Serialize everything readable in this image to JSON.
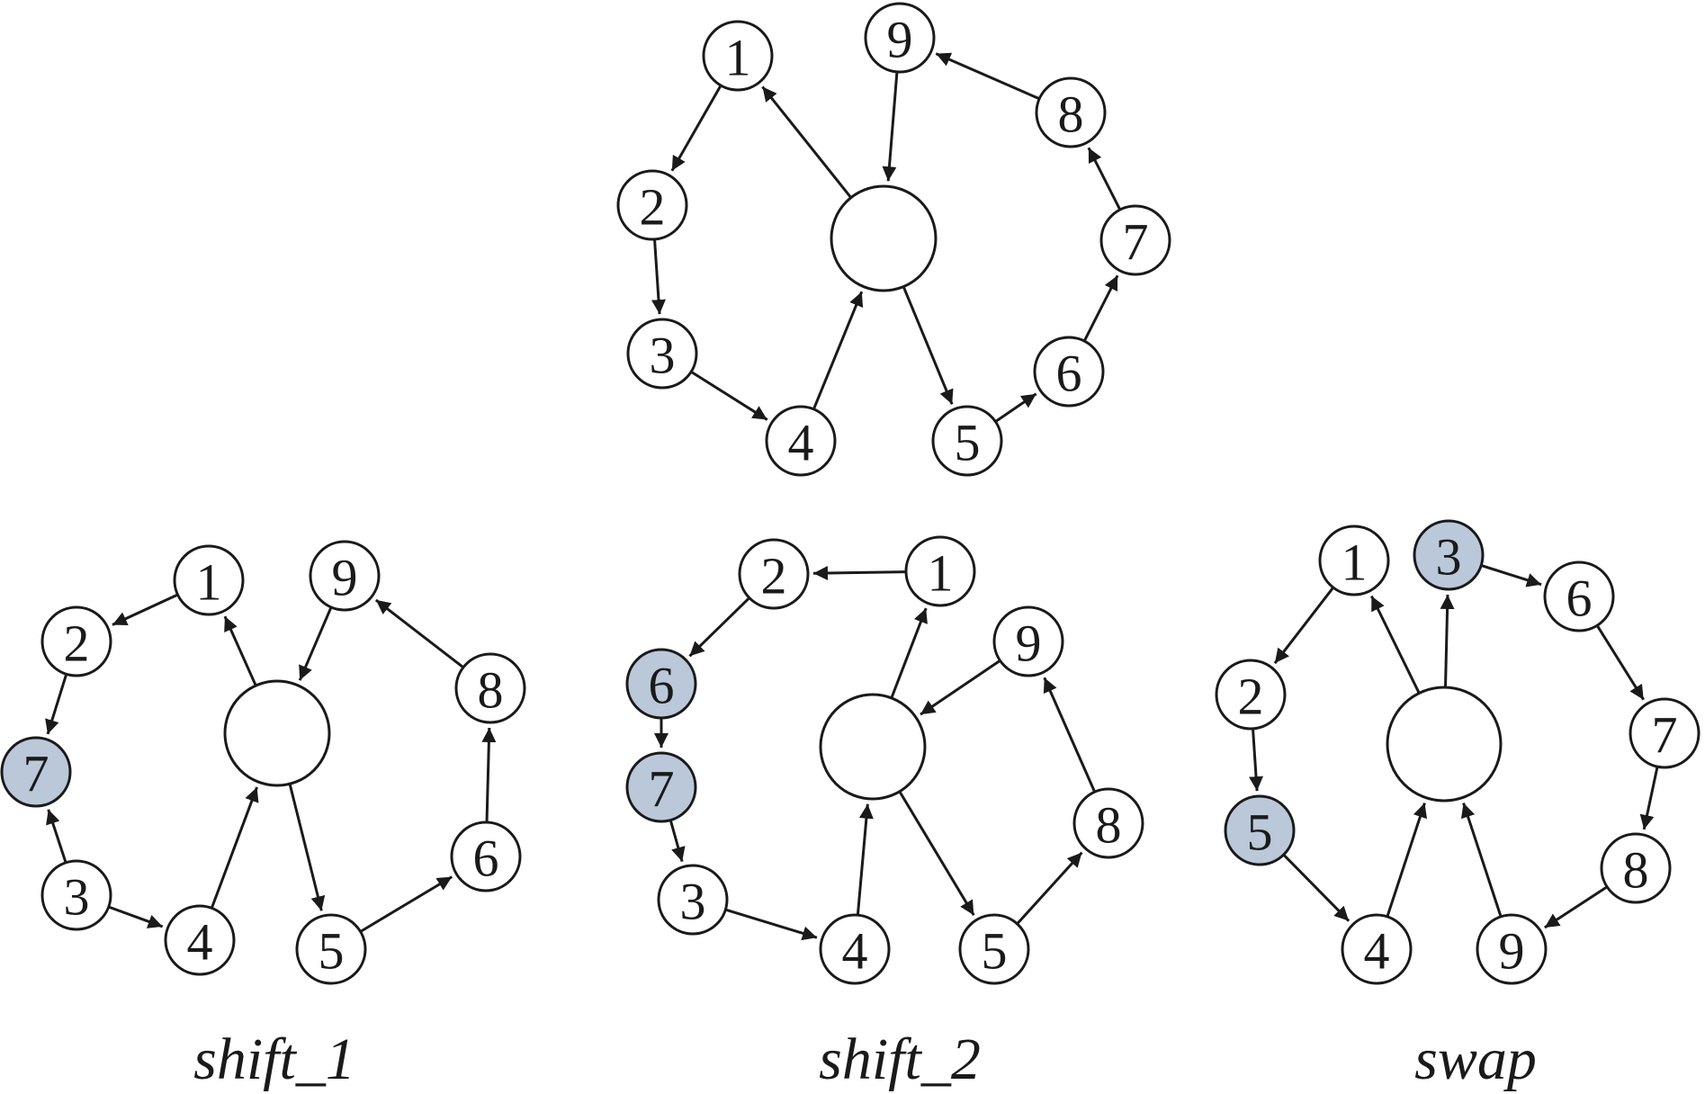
{
  "colors": {
    "stroke": "#1a1a1a",
    "highlight": "#bac8da",
    "fill": "#ffffff"
  },
  "diagrams": [
    {
      "id": "original",
      "caption": "",
      "nodes": [
        {
          "id": "1",
          "label": "1",
          "highlight": false
        },
        {
          "id": "2",
          "label": "2",
          "highlight": false
        },
        {
          "id": "3",
          "label": "3",
          "highlight": false
        },
        {
          "id": "4",
          "label": "4",
          "highlight": false
        },
        {
          "id": "5",
          "label": "5",
          "highlight": false
        },
        {
          "id": "6",
          "label": "6",
          "highlight": false
        },
        {
          "id": "7",
          "label": "7",
          "highlight": false
        },
        {
          "id": "8",
          "label": "8",
          "highlight": false
        },
        {
          "id": "9",
          "label": "9",
          "highlight": false
        },
        {
          "id": "depot",
          "label": "",
          "highlight": false
        }
      ],
      "edges": [
        [
          "depot",
          "1"
        ],
        [
          "1",
          "2"
        ],
        [
          "2",
          "3"
        ],
        [
          "3",
          "4"
        ],
        [
          "4",
          "depot"
        ],
        [
          "depot",
          "5"
        ],
        [
          "5",
          "6"
        ],
        [
          "6",
          "7"
        ],
        [
          "7",
          "8"
        ],
        [
          "8",
          "9"
        ],
        [
          "9",
          "depot"
        ]
      ]
    },
    {
      "id": "shift_1",
      "caption": "shift_1",
      "nodes": [
        {
          "id": "1",
          "label": "1",
          "highlight": false
        },
        {
          "id": "2",
          "label": "2",
          "highlight": false
        },
        {
          "id": "7",
          "label": "7",
          "highlight": true
        },
        {
          "id": "3",
          "label": "3",
          "highlight": false
        },
        {
          "id": "4",
          "label": "4",
          "highlight": false
        },
        {
          "id": "5",
          "label": "5",
          "highlight": false
        },
        {
          "id": "6",
          "label": "6",
          "highlight": false
        },
        {
          "id": "8",
          "label": "8",
          "highlight": false
        },
        {
          "id": "9",
          "label": "9",
          "highlight": false
        },
        {
          "id": "depot",
          "label": "",
          "highlight": false
        }
      ],
      "edges": [
        [
          "depot",
          "1"
        ],
        [
          "1",
          "2"
        ],
        [
          "2",
          "7"
        ],
        [
          "3",
          "7"
        ],
        [
          "3",
          "4"
        ],
        [
          "4",
          "depot"
        ],
        [
          "depot",
          "5"
        ],
        [
          "5",
          "6"
        ],
        [
          "6",
          "8"
        ],
        [
          "8",
          "9"
        ],
        [
          "9",
          "depot"
        ]
      ]
    },
    {
      "id": "shift_2",
      "caption": "shift_2",
      "nodes": [
        {
          "id": "1",
          "label": "1",
          "highlight": false
        },
        {
          "id": "2",
          "label": "2",
          "highlight": false
        },
        {
          "id": "6",
          "label": "6",
          "highlight": true
        },
        {
          "id": "7",
          "label": "7",
          "highlight": true
        },
        {
          "id": "3",
          "label": "3",
          "highlight": false
        },
        {
          "id": "4",
          "label": "4",
          "highlight": false
        },
        {
          "id": "5",
          "label": "5",
          "highlight": false
        },
        {
          "id": "8",
          "label": "8",
          "highlight": false
        },
        {
          "id": "9",
          "label": "9",
          "highlight": false
        },
        {
          "id": "depot",
          "label": "",
          "highlight": false
        }
      ],
      "edges": [
        [
          "depot",
          "1"
        ],
        [
          "1",
          "2"
        ],
        [
          "2",
          "6"
        ],
        [
          "6",
          "7"
        ],
        [
          "7",
          "3"
        ],
        [
          "3",
          "4"
        ],
        [
          "4",
          "depot"
        ],
        [
          "depot",
          "5"
        ],
        [
          "5",
          "8"
        ],
        [
          "8",
          "9"
        ],
        [
          "9",
          "depot"
        ]
      ]
    },
    {
      "id": "swap",
      "caption": "swap",
      "nodes": [
        {
          "id": "1",
          "label": "1",
          "highlight": false
        },
        {
          "id": "3",
          "label": "3",
          "highlight": true
        },
        {
          "id": "6",
          "label": "6",
          "highlight": false
        },
        {
          "id": "2",
          "label": "2",
          "highlight": false
        },
        {
          "id": "7",
          "label": "7",
          "highlight": false
        },
        {
          "id": "5",
          "label": "5",
          "highlight": true
        },
        {
          "id": "8",
          "label": "8",
          "highlight": false
        },
        {
          "id": "4",
          "label": "4",
          "highlight": false
        },
        {
          "id": "9",
          "label": "9",
          "highlight": false
        },
        {
          "id": "depot",
          "label": "",
          "highlight": false
        }
      ],
      "edges": [
        [
          "depot",
          "1"
        ],
        [
          "1",
          "2"
        ],
        [
          "2",
          "5"
        ],
        [
          "5",
          "4"
        ],
        [
          "4",
          "depot"
        ],
        [
          "depot",
          "3"
        ],
        [
          "3",
          "6"
        ],
        [
          "6",
          "7"
        ],
        [
          "7",
          "8"
        ],
        [
          "8",
          "9"
        ],
        [
          "9",
          "depot"
        ]
      ]
    }
  ]
}
